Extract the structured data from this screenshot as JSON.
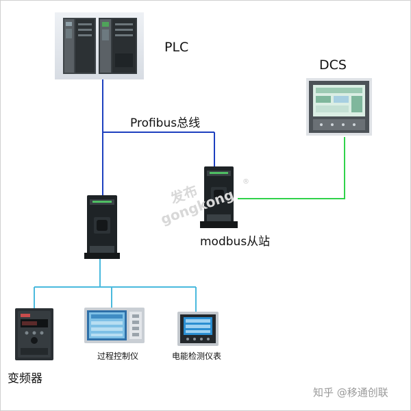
{
  "nodes": {
    "plc": {
      "label": "PLC",
      "icon": "plc-rack-icon"
    },
    "dcs": {
      "label": "DCS",
      "icon": "dcs-monitor-icon"
    },
    "profibus": {
      "label": "Profibus总线"
    },
    "modbus_slave": {
      "label": "modbus从站",
      "icon": "modbus-gateway-icon"
    },
    "profibus_gateway": {
      "icon": "profibus-gateway-icon"
    },
    "vfd": {
      "label": "变频器",
      "icon": "vfd-icon"
    },
    "process_controller": {
      "label": "过程控制仪",
      "icon": "process-controller-icon"
    },
    "power_meter": {
      "label": "电能检测仪表",
      "icon": "power-meter-icon"
    }
  },
  "watermarks": {
    "center_line1": "发布",
    "center_line2": "gongkong",
    "registered": "®",
    "footer": "知乎 @移通创联"
  },
  "colors": {
    "profibus_line": "#1c3fbf",
    "modbus_line": "#2fd24a",
    "field_line": "#49b9dd"
  }
}
